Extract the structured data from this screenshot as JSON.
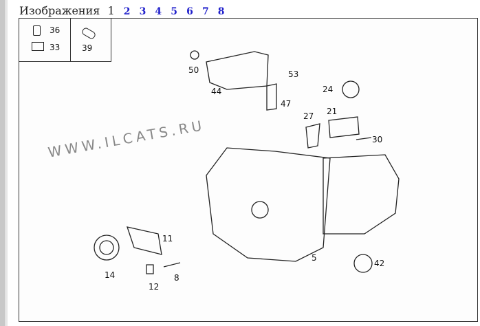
{
  "header": {
    "title": "Изображения",
    "current_page": "1",
    "pages": [
      "2",
      "3",
      "4",
      "5",
      "6",
      "7",
      "8"
    ]
  },
  "legend": {
    "cell1": [
      "36",
      "33"
    ],
    "cell2": [
      "39"
    ]
  },
  "watermark": "WWW.ILCATS.RU",
  "callouts": [
    "50",
    "44",
    "53",
    "47",
    "24",
    "21",
    "27",
    "30",
    "11",
    "14",
    "12",
    "8",
    "5",
    "42"
  ]
}
